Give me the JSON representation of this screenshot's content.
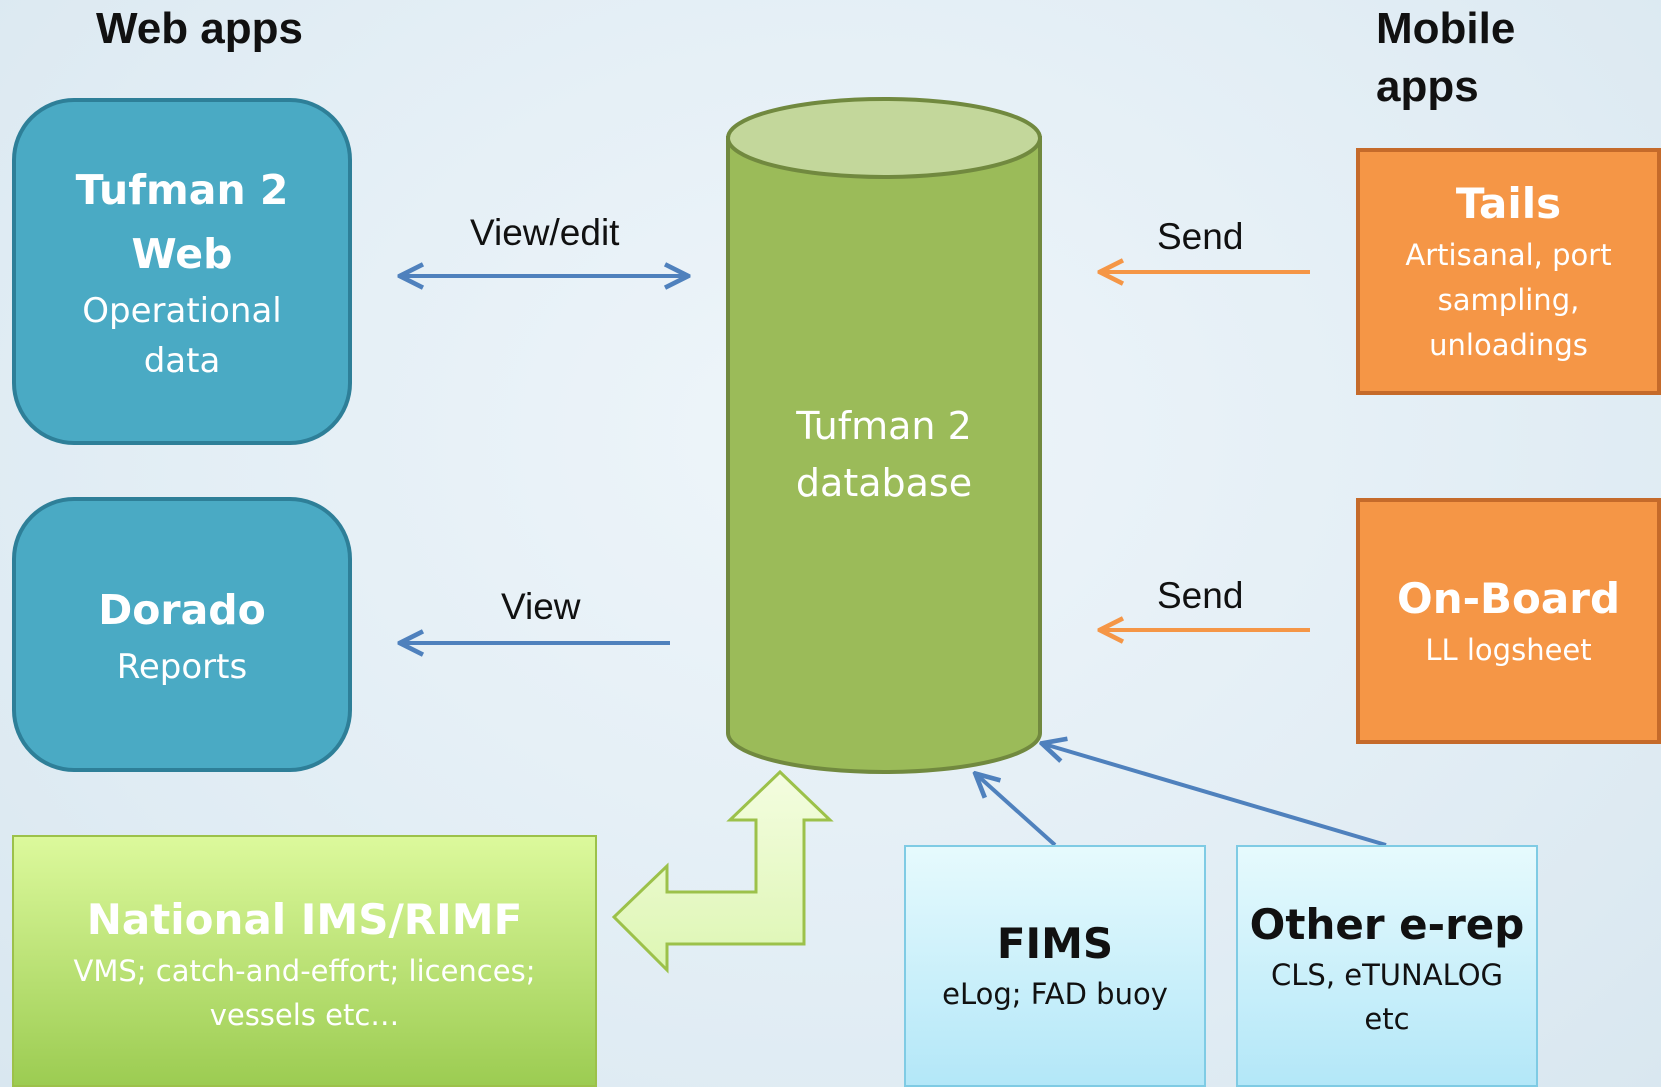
{
  "headings": {
    "web_apps": "Web apps",
    "mobile_apps": "Mobile apps"
  },
  "web": {
    "tufman_web": {
      "title": "Tufman 2 Web",
      "subtitle": "Operational data"
    },
    "dorado": {
      "title": "Dorado",
      "subtitle": "Reports"
    }
  },
  "database": {
    "label": "Tufman 2 database"
  },
  "mobile": {
    "tails": {
      "title": "Tails",
      "subtitle": "Artisanal, port sampling, unloadings"
    },
    "onboard": {
      "title": "On-Board",
      "subtitle": "LL logsheet"
    }
  },
  "external": {
    "national": {
      "title": "National IMS/RIMF",
      "subtitle": "VMS; catch-and-effort; licences; vessels etc…"
    },
    "fims": {
      "title": "FIMS",
      "subtitle": "eLog; FAD buoy"
    },
    "other": {
      "title": "Other e-rep",
      "subtitle": "CLS, eTUNALOG etc"
    }
  },
  "connections": {
    "view_edit": "View/edit",
    "view": "View",
    "send_tails": "Send",
    "send_onboard": "Send"
  },
  "colors": {
    "web_fill": "#4aaac4",
    "mobile_fill": "#f59646",
    "database_fill": "#9bbb59",
    "blue_arrow": "#4f81bd",
    "orange_arrow": "#f59646"
  }
}
